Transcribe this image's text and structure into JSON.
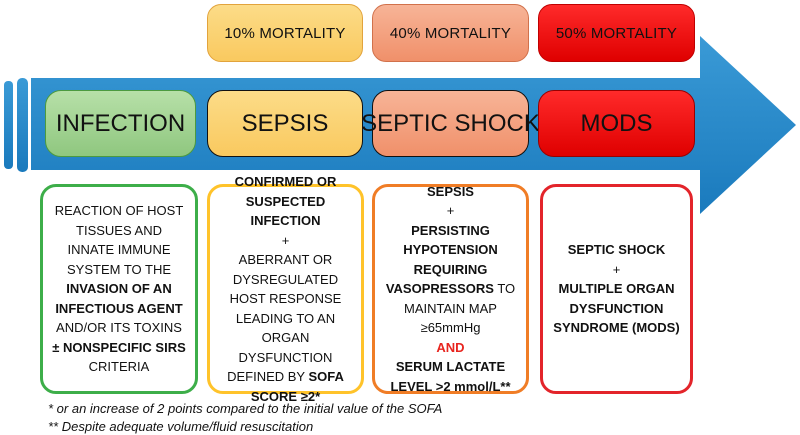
{
  "arrow": {
    "color_top": "#3a9ad6",
    "color_bottom": "#1a7abd",
    "direction": "right"
  },
  "mortality_badges": [
    {
      "label": "10% MORTALITY",
      "fill": "#fbd479",
      "border": "#e2a33c"
    },
    {
      "label": "40% MORTALITY",
      "fill": "#f4a784",
      "border": "#d1714b"
    },
    {
      "label": "50% MORTALITY",
      "fill": "#f31212",
      "border": "#c00000"
    }
  ],
  "stages": [
    {
      "label": "INFECTION",
      "fill": "#a3d494",
      "border": "#4c9a3f"
    },
    {
      "label": "SEPSIS",
      "fill": "#fbd479",
      "border": "#e2a33c"
    },
    {
      "label": "SEPTIC SHOCK",
      "fill": "#f4a784",
      "border": "#d1714b"
    },
    {
      "label": "MODS",
      "fill": "#f31212",
      "border": "#990000"
    }
  ],
  "criteria_boxes": [
    {
      "stage": "infection",
      "border": "#3dae49",
      "t1": "REACTION OF HOST TISSUES AND INNATE IMMUNE SYSTEM TO THE ",
      "b1": "INVASION OF AN INFECTIOUS AGENT",
      "t2": " AND/OR ITS TOXINS ",
      "b2": "± NONSPECIFIC SIRS",
      "t3": " CRITERIA"
    },
    {
      "stage": "sepsis",
      "border": "#ffc32a",
      "line1_bold": "CONFIRMED OR SUSPECTED INFECTION",
      "plus": "+",
      "line3_text": "ABERRANT OR DYSREGULATED HOST RESPONSE LEADING TO AN ORGAN DYSFUNCTION DEFINED BY ",
      "line3_bold": "SOFA SCORE ≥2*"
    },
    {
      "stage": "septic-shock",
      "border": "#f07d26",
      "line1_bold": "SEPSIS",
      "plus": "+",
      "line3_bold": "PERSISTING HYPOTENSION REQUIRING VASOPRESSORS",
      "line3_text": " TO MAINTAIN MAP ≥65mmHg",
      "and_red": "AND",
      "line5_bold": "SERUM LACTATE LEVEL >2 mmol/L**"
    },
    {
      "stage": "mods",
      "border": "#e3242a",
      "line1_bold": "SEPTIC SHOCK",
      "plus": "+",
      "line3_bold": "MULTIPLE ORGAN DYSFUNCTION SYNDROME (MODS)"
    }
  ],
  "footnotes": [
    "* or an increase of 2 points compared to the initial value of the SOFA",
    "** Despite adequate volume/fluid resuscitation"
  ]
}
